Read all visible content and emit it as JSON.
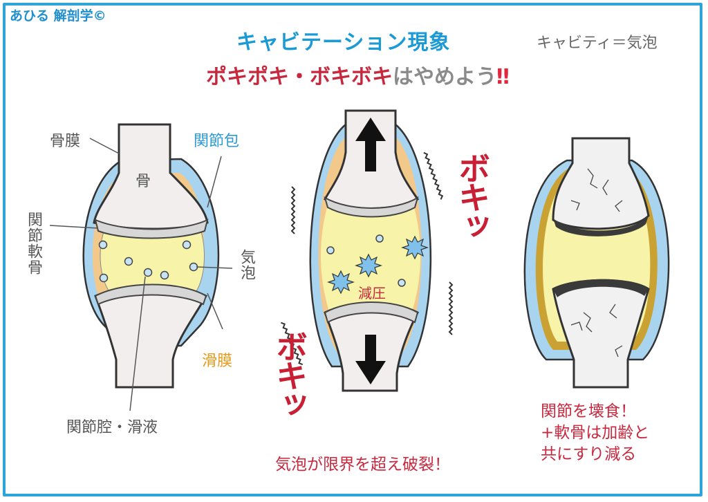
{
  "brand": "あひる 解剖学©",
  "title": "キャビテーション現象",
  "note": "キャビティ＝気泡",
  "subtitle": {
    "part1": "ポキポキ・ボキボキ",
    "part2": "はやめよう",
    "part3": "‼"
  },
  "labels": {
    "periosteum": "骨膜",
    "bone": "骨",
    "joint_capsule": "関節包",
    "articular_cartilage": "関節軟骨",
    "bubble": "気泡",
    "synovium": "滑膜",
    "joint_cavity": "関節腔・滑液",
    "decompression": "減圧",
    "boki1": "ボキッ",
    "boki2": "ボキッ"
  },
  "captions": {
    "burst": "気泡が限界を超え破裂！",
    "damage": "関節を壊食！\n+軟骨は加齢と\n共にすり減る"
  },
  "colors": {
    "frame": "#2fa4d8",
    "title": "#1b9ad6",
    "accent_red": "#c8283e",
    "synovial_fluid": "#f7f3a8",
    "capsule_blue": "#a9d4ef",
    "synovium_orange": "#f2c98a",
    "cartilage": "#d7d7d7"
  }
}
